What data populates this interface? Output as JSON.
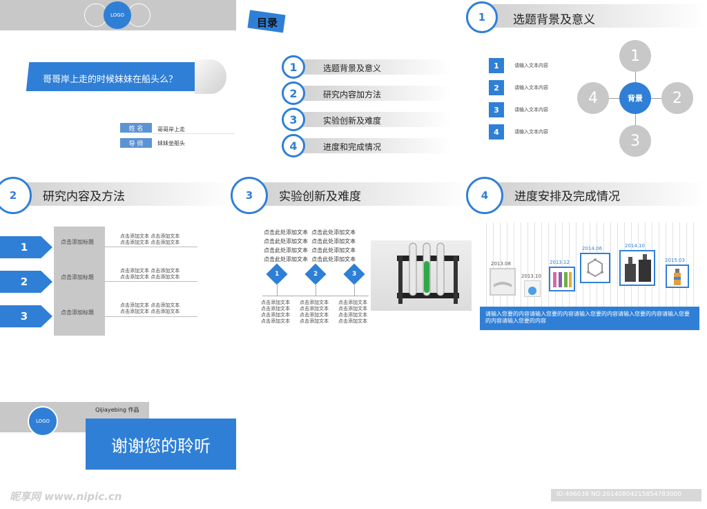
{
  "slide1": {
    "logo": "LOGO",
    "title": "哥哥岸上走的时候妹妹在船头么？",
    "name_label": "姓 名",
    "name_value": "哥哥岸上走",
    "mentor_label": "导 师",
    "mentor_value": "妹妹坐船头"
  },
  "slide2": {
    "heading": "目录",
    "items": [
      {
        "num": "1",
        "label": "选题背景及意义"
      },
      {
        "num": "2",
        "label": "研究内容加方法"
      },
      {
        "num": "3",
        "label": "实验创新及难度"
      },
      {
        "num": "4",
        "label": "进度和完成情况"
      }
    ]
  },
  "slide3": {
    "num": "1",
    "title": "选题背景及意义",
    "list": [
      {
        "num": "1",
        "text": "请输入文本内容"
      },
      {
        "num": "2",
        "text": "请输入文本内容"
      },
      {
        "num": "3",
        "text": "请输入文本内容"
      },
      {
        "num": "4",
        "text": "请输入文本内容"
      }
    ],
    "hub": "背景",
    "n1": "1",
    "n2": "2",
    "n3": "3",
    "n4": "4"
  },
  "slide4": {
    "num": "2",
    "title": "研究内容及方法",
    "rows": [
      {
        "num": "1",
        "heading": "点击添加标题",
        "line1": "点击添加文本 点击添加文本",
        "line2": "点击添加文本 点击添加文本"
      },
      {
        "num": "2",
        "heading": "点击添加标题",
        "line1": "点击添加文本 点击添加文本",
        "line2": "点击添加文本 点击添加文本"
      },
      {
        "num": "3",
        "heading": "点击添加标题",
        "line1": "点击添加文本 点击添加文本",
        "line2": "点击添加文本 点击添加文本"
      }
    ]
  },
  "slide5": {
    "num": "3",
    "title": "实验创新及难度",
    "para": [
      "点击此处添加文本  点击此处添加文本",
      "点击此处添加文本  点击此处添加文本",
      "点击此处添加文本  点击此处添加文本",
      "点击此处添加文本  点击此处添加文本"
    ],
    "markers": [
      "1",
      "2",
      "3"
    ],
    "col_text": "点击添加文本"
  },
  "slide6": {
    "num": "4",
    "title": "进度安排及完成情况",
    "dates": [
      "2013.08",
      "2013.10",
      "2013.12",
      "2014.06",
      "2014.10",
      "2015.03"
    ],
    "banner": "请输入您要的内容请输入您要的内容请输入您要的内容请输入您要的内容请输入您要的内容请输入您要的内容"
  },
  "slide7": {
    "logo": "LOGO",
    "author": "Qijiayebing 作品",
    "thanks": "谢谢您的聆听"
  },
  "watermark": {
    "site": "昵享网 www.nipic.cn",
    "id": "ID:496038 NO:20140804215854783000"
  },
  "colors": {
    "accent": "#2f7fd6",
    "grey": "#c8c8c8"
  }
}
